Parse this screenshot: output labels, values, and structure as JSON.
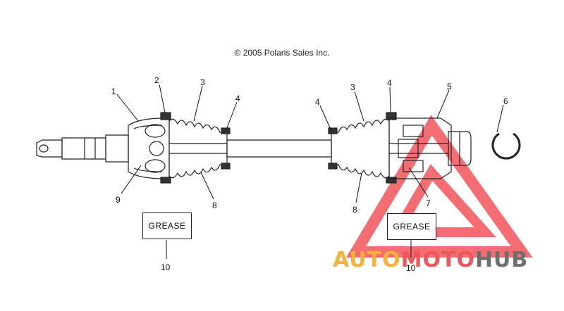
{
  "copyright": "© 2005 Polaris Sales Inc.",
  "callouts": {
    "left": [
      "1",
      "2",
      "3",
      "4",
      "9",
      "8"
    ],
    "right": [
      "4",
      "3",
      "4",
      "5",
      "6",
      "8",
      "7"
    ]
  },
  "grease": {
    "left_label": "GREASE",
    "left_num": "10",
    "right_label": "GREASE",
    "right_num": "10"
  },
  "watermark": {
    "part1": "AUTO",
    "part2": "MOTO",
    "part3": "HUB",
    "colors": {
      "auto": "#f6b23a",
      "moto": "#f2545b",
      "hub": "#6e6e6e",
      "triangle": "#f2545b"
    }
  }
}
